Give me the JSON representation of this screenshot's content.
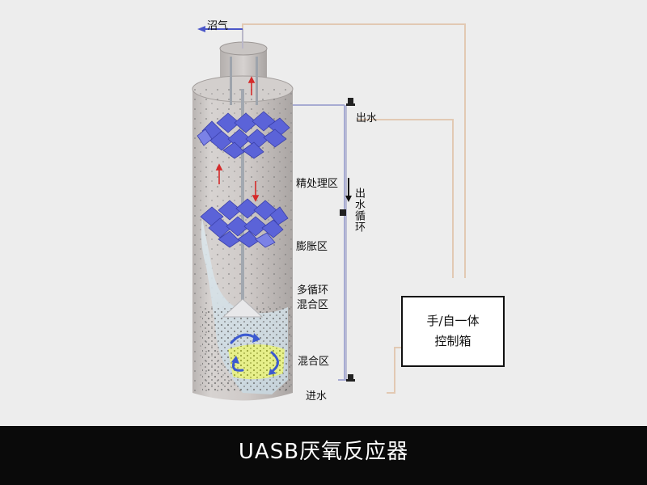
{
  "labels": {
    "biogas": "沼气",
    "outlet": "出水",
    "polishing_zone": "精处理区",
    "outlet_recirculation": "出水循环",
    "expansion_zone": "膨胀区",
    "multi_circulation_mixing_line1": "多循环",
    "multi_circulation_mixing_line2": "混合区",
    "mixing_zone": "混合区",
    "inlet": "进水"
  },
  "control_box": {
    "line1": "手/自一体",
    "line2": "控制箱"
  },
  "caption": "UASB厌氧反应器",
  "colors": {
    "background": "#ededed",
    "caption_bar": "#0a0a0a",
    "caption_text": "#ffffff",
    "media_blue": "#5a63d8",
    "pipe_line": "#e0c7b0",
    "recirc_line": "#9aa0c8",
    "arrow_red": "#d02020",
    "flow_blue": "#3850c0"
  },
  "icons": [
    "biogas-outlet-arrow",
    "outlet-valve-icon",
    "inlet-valve-icon",
    "recirc-valve-icon",
    "flow-down-arrow-icon"
  ]
}
